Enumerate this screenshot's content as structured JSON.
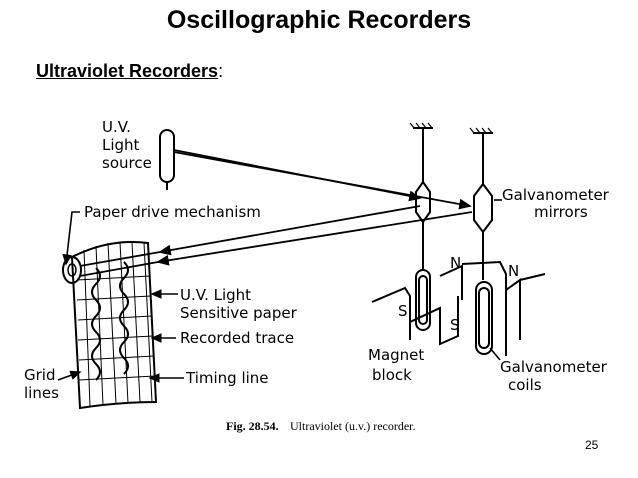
{
  "slide": {
    "title": "Oscillographic Recorders",
    "subtitle": "Ultraviolet Recorders",
    "subtitle_suffix": ":",
    "page_number": "25"
  },
  "figure": {
    "labels": {
      "uv_light_source_1": "U.V.",
      "uv_light_source_2": "Light",
      "uv_light_source_3": "source",
      "paper_drive": "Paper drive mechanism",
      "galvo_mirrors_1": "Galvanometer",
      "galvo_mirrors_2": "mirrors",
      "n_left": "N",
      "n_right": "N",
      "s_left": "S",
      "s_right": "S",
      "uv_paper_1": "U.V. Light",
      "uv_paper_2": "Sensitive paper",
      "recorded_trace": "Recorded trace",
      "timing_line": "Timing line",
      "grid_lines_1": "Grid",
      "grid_lines_2": "lines",
      "magnet_block_1": "Magnet",
      "magnet_block_2": "block",
      "galvo_coils_1": "Galvanometer",
      "galvo_coils_2": "coils"
    },
    "caption_number": "Fig. 28.54.",
    "caption_text": "Ultraviolet (u.v.) recorder."
  }
}
